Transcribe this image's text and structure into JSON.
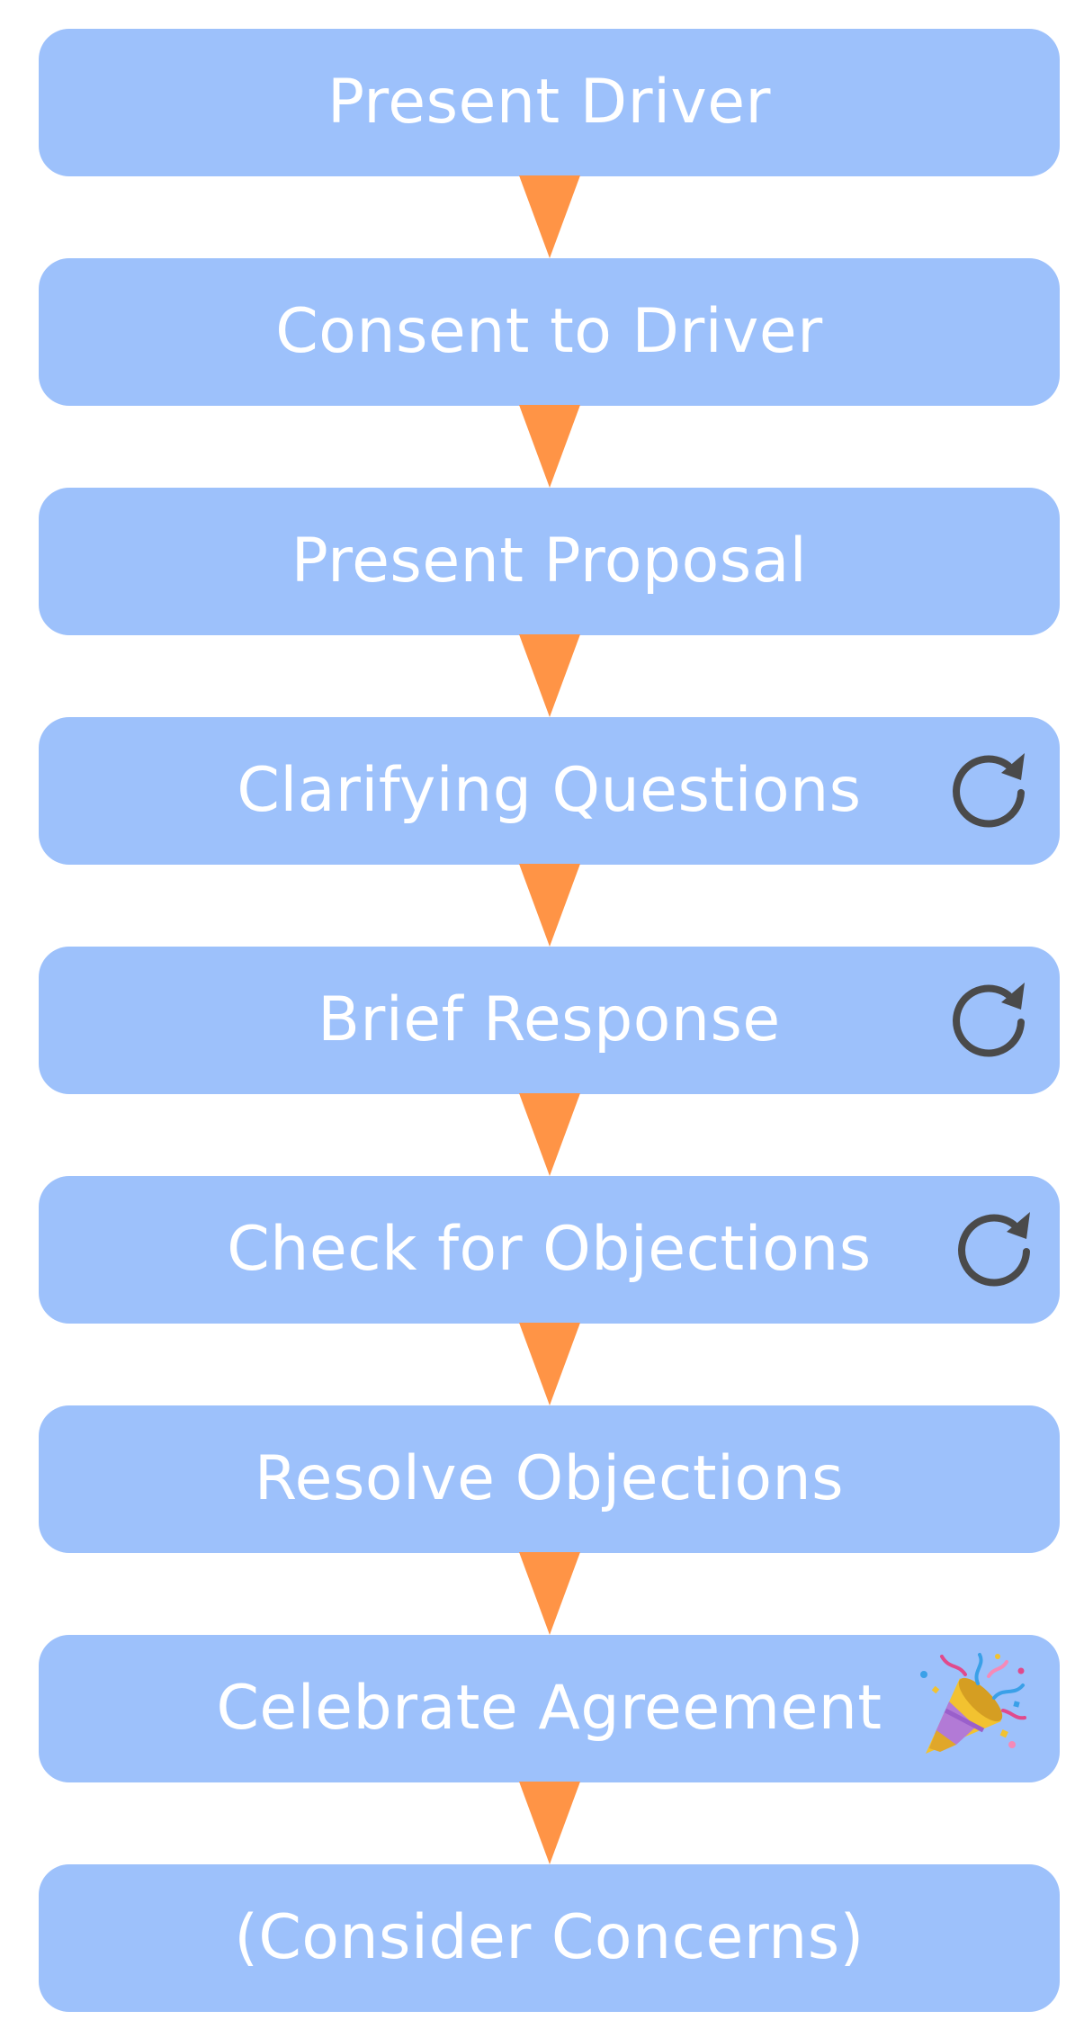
{
  "steps": [
    {
      "label": "Present Driver"
    },
    {
      "label": "Consent to Driver"
    },
    {
      "label": "Present Proposal"
    },
    {
      "label": "Clarifying Questions",
      "icon": "repeat-icon"
    },
    {
      "label": "Brief Response",
      "icon": "repeat-icon"
    },
    {
      "label": "Check for Objections",
      "icon": "repeat-icon"
    },
    {
      "label": "Resolve Objections"
    },
    {
      "label": "Celebrate Agreement",
      "icon": "party-popper-icon"
    },
    {
      "label": "(Consider Concerns)"
    }
  ],
  "colors": {
    "box": "#9dc1fb",
    "text": "#ffffff",
    "connector": "#ff9446",
    "repeat_icon": "#4a4a4a"
  }
}
